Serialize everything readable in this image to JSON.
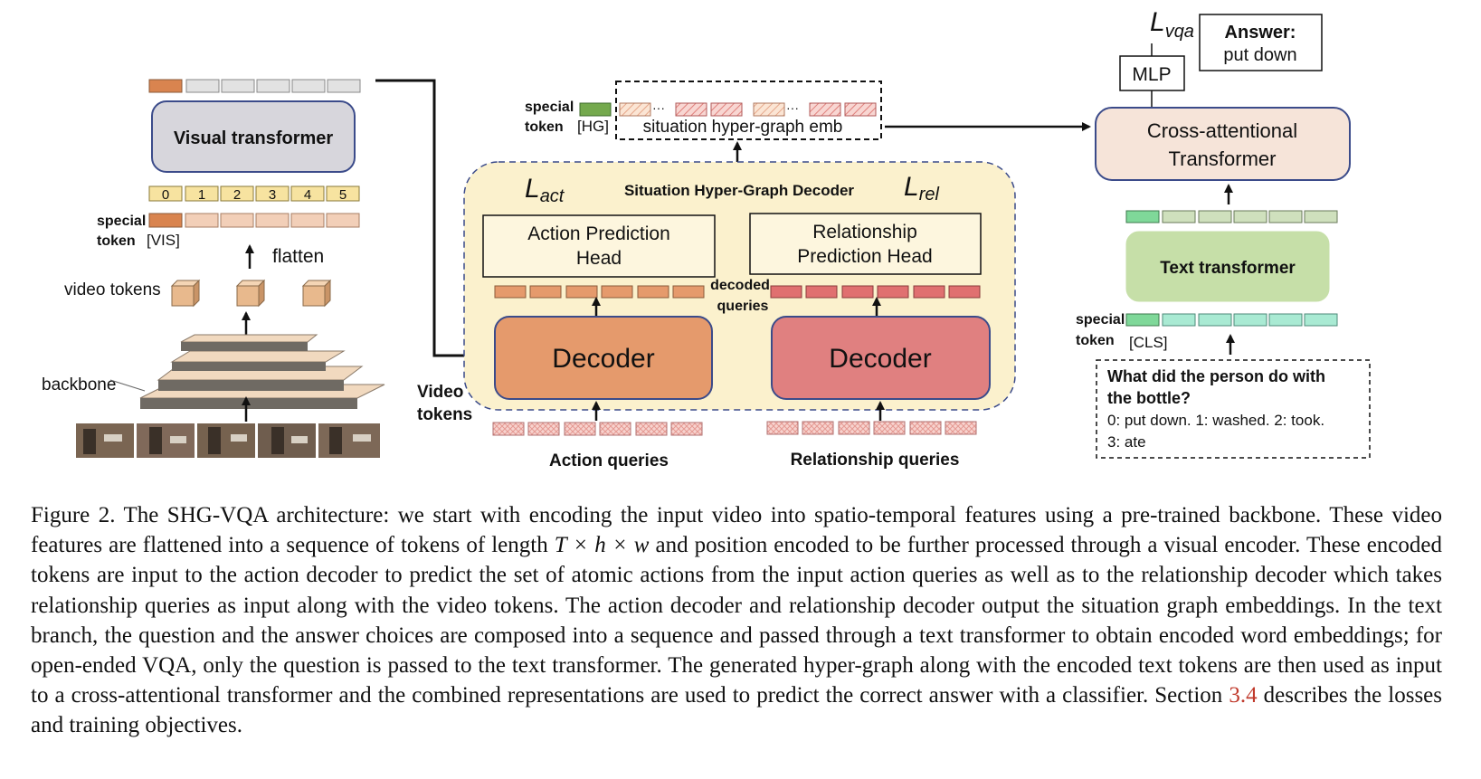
{
  "visual": {
    "transformer_label": "Visual transformer",
    "position_indices": [
      "0",
      "1",
      "2",
      "3",
      "4",
      "5"
    ],
    "special_token_line1": "special",
    "special_token_line2": "token",
    "vis_token": "[VIS]",
    "flatten": "flatten",
    "video_tokens": "video tokens",
    "backbone": "backbone"
  },
  "hypergraph": {
    "special_token_line1": "special",
    "special_token_line2": "token",
    "hg_token": "[HG]",
    "emb_label": "situation hyper-graph emb"
  },
  "decoder": {
    "title": "Situation Hyper-Graph Decoder",
    "loss_act": "L",
    "loss_act_sub": "act",
    "loss_rel": "L",
    "loss_rel_sub": "rel",
    "action_head_line1": "Action Prediction",
    "action_head_line2": "Head",
    "rel_head_line1": "Relationship",
    "rel_head_line2": "Prediction Head",
    "decoded_line1": "decoded",
    "decoded_line2": "queries",
    "decoder_label": "Decoder",
    "video_tokens_line1": "Video",
    "video_tokens_line2": "tokens",
    "action_queries": "Action queries",
    "relationship_queries": "Relationship queries"
  },
  "text": {
    "loss_vqa": "L",
    "loss_vqa_sub": "vqa",
    "answer_title": "Answer:",
    "answer_value": "put down",
    "mlp": "MLP",
    "cross_line1": "Cross-attentional",
    "cross_line2": "Transformer",
    "text_transformer": "Text transformer",
    "special_token_line1": "special",
    "special_token_line2": "token",
    "cls_token": "[CLS]",
    "question_line1": "What did the person do with",
    "question_line2": "the bottle?",
    "choices_line1": "0: put down. 1: washed. 2: took.",
    "choices_line2": "3: ate"
  },
  "caption": {
    "part1": "Figure 2. The SHG-VQA architecture: we start with encoding the input video into spatio-temporal features using a pre-trained backbone. These video features are flattened into a sequence of tokens of length ",
    "math": "T × h × w",
    "part2": " and position encoded to be further processed through a visual encoder. These encoded tokens are input to the action decoder to predict the set of atomic actions from the input action queries as well as to the relationship decoder which takes relationship queries as input along with the video tokens. The action decoder and relationship decoder output the situation graph embeddings. In the text branch, the question and the answer choices are composed into a sequence and passed through a text transformer to obtain encoded word embeddings; for open-ended VQA, only the question is passed to the text transformer. The generated hyper-graph along with the encoded text tokens are then used as input to a cross-attentional transformer and the combined representations are used to predict the correct answer with a classifier. Section ",
    "ref": "3.4",
    "part3": " describes the losses and training objectives."
  },
  "colors": {
    "visual_token_orange": "#d9844f",
    "visual_token_gray": "#e2e2e2",
    "position_yellow": "#f7e3a0",
    "flatten_peach": "#f2cfb8",
    "video_cube": "#e8b98d",
    "visual_transformer_fill": "#d7d6dc",
    "decoder_panel": "#fbf1cd",
    "action_decoder": "#e59a6c",
    "relation_decoder": "#e08080",
    "cross_fill": "#f6e4d9",
    "text_transformer_fill": "#c6dfa8",
    "text_token_green": "#cfe0bd",
    "cls_green": "#7fd899",
    "text_token_mint": "#a9ead3",
    "hg_green": "#74a94d",
    "hatch_pink": "#f2aaa8",
    "reference_red": "#c0392b"
  }
}
